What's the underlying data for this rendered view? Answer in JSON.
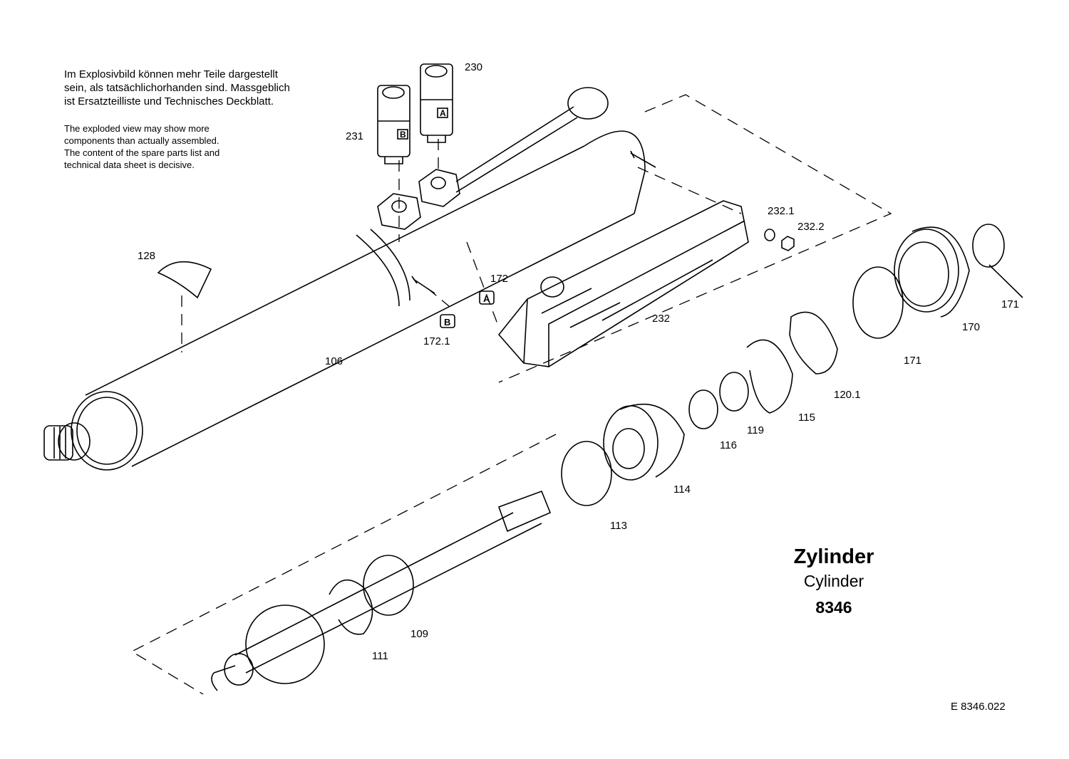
{
  "notes": {
    "german": [
      "Im Explosivbild können mehr Teile dargestellt",
      "sein, als tatsächlichorhanden sind. Massgeblich",
      "ist Ersatzteilliste und Technisches Deckblatt."
    ],
    "english": [
      "The exploded view may show more",
      "components than actually assembled.",
      "The content of the spare parts list and",
      "technical data sheet is decisive."
    ]
  },
  "title": {
    "german": "Zylinder",
    "english": "Cylinder",
    "number": "8346"
  },
  "drawing_number": "E  8346.022",
  "part_labels": {
    "p230": "230",
    "p231": "231",
    "p128": "128",
    "p172": "172",
    "p1721": "172.1",
    "p106": "106",
    "p2321": "232.1",
    "p2322": "232.2",
    "p232": "232",
    "p171a": "171",
    "p170": "170",
    "p171b": "171",
    "p1201": "120.1",
    "p115": "115",
    "p119": "119",
    "p116": "116",
    "p114": "114",
    "p113": "113",
    "p109": "109",
    "p111": "111"
  },
  "port_markers": {
    "A": "A",
    "B": "B"
  }
}
